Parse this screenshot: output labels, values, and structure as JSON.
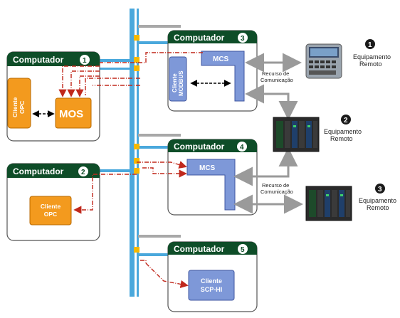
{
  "colors": {
    "bus": "#4aa8dc",
    "box_header": "#0e4d28",
    "mcs": "#7e98d8",
    "mos": "#f39a1e",
    "bus_node": "#f5b800",
    "dash_red": "#c0281c",
    "arrow_grey": "#9a9a9a"
  },
  "computers": [
    {
      "title": "Computador",
      "number": "1"
    },
    {
      "title": "Computador",
      "number": "2"
    },
    {
      "title": "Computador",
      "number": "3"
    },
    {
      "title": "Computador",
      "number": "4"
    },
    {
      "title": "Computador",
      "number": "5"
    }
  ],
  "modules": {
    "c1_client": [
      "Cliente",
      "OPC"
    ],
    "c1_mos": "MOS",
    "c2_client": [
      "Cliente",
      "OPC"
    ],
    "c3_modbus": [
      "Cliente",
      "MODBUS"
    ],
    "c3_mcs": "MCS",
    "c4_mcs": "MCS",
    "c5_client": [
      "Cliente",
      "SCP-HI"
    ]
  },
  "comm_resource": [
    "Recurso de",
    "Comunicação"
  ],
  "equipment": [
    {
      "number": "1",
      "label": [
        "Equipamento",
        "Remoto"
      ],
      "icon": "hmi-panel-icon"
    },
    {
      "number": "2",
      "label": [
        "Equipamento",
        "Remoto"
      ],
      "icon": "plc-rack-icon"
    },
    {
      "number": "3",
      "label": [
        "Equipamento",
        "Remoto"
      ],
      "icon": "plc-rack-icon"
    }
  ]
}
